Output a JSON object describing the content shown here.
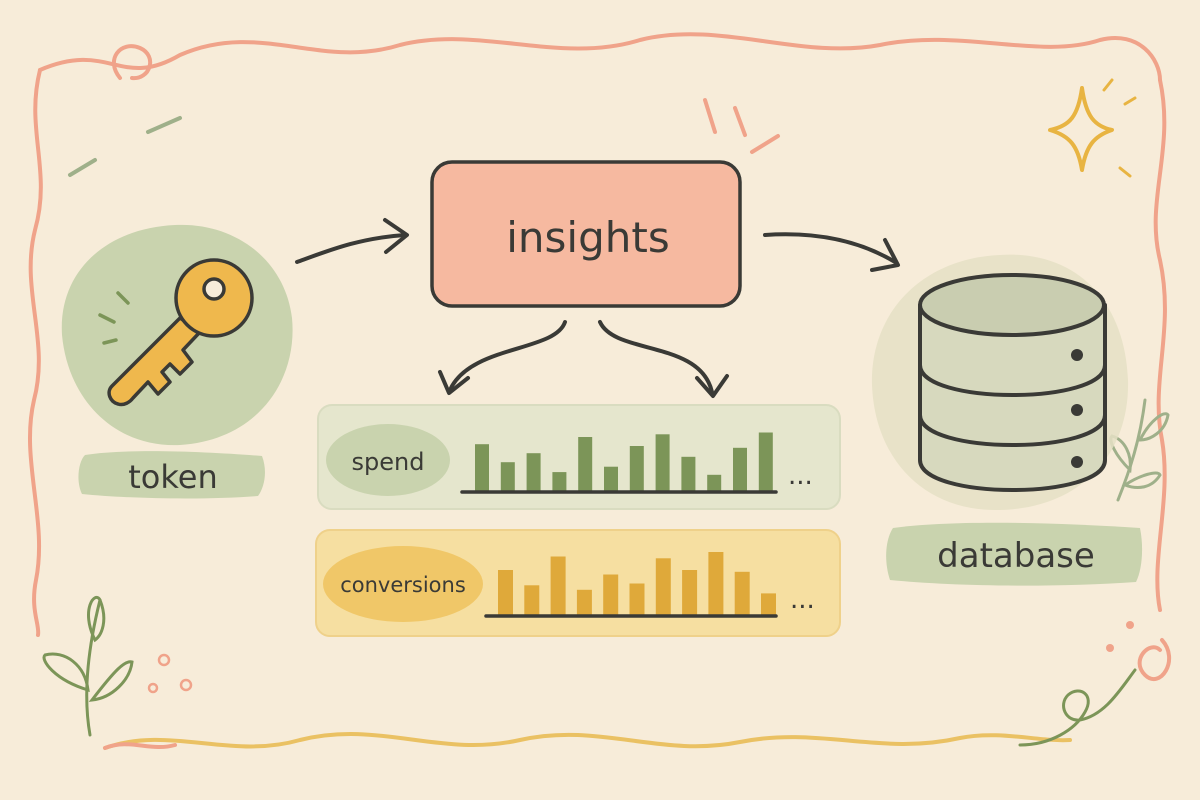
{
  "nodes": {
    "token": {
      "label": "token",
      "icon": "key-icon"
    },
    "insights": {
      "label": "insights"
    },
    "database": {
      "label": "database",
      "icon": "database-icon"
    }
  },
  "metrics": [
    {
      "label": "spend",
      "more": "...",
      "values": [
        0.52,
        0.32,
        0.42,
        0.21,
        0.6,
        0.27,
        0.5,
        0.63,
        0.38,
        0.18,
        0.48,
        0.65
      ]
    },
    {
      "label": "conversions",
      "more": "...",
      "values": [
        0.5,
        0.33,
        0.65,
        0.28,
        0.45,
        0.35,
        0.63,
        0.5,
        0.7,
        0.48,
        0.24
      ]
    }
  ],
  "colors": {
    "background": "#f7ecd9",
    "frame_pink": "#f0a38a",
    "frame_yellow": "#eac163",
    "sage": "#c9d3ae",
    "sage_dark": "#7c9558",
    "insights_fill": "#f6b9a0",
    "key": "#efb84d",
    "conversions_fill": "#f6dfa1",
    "bar_yellow": "#dfa93a",
    "ink": "#3a3a36"
  }
}
